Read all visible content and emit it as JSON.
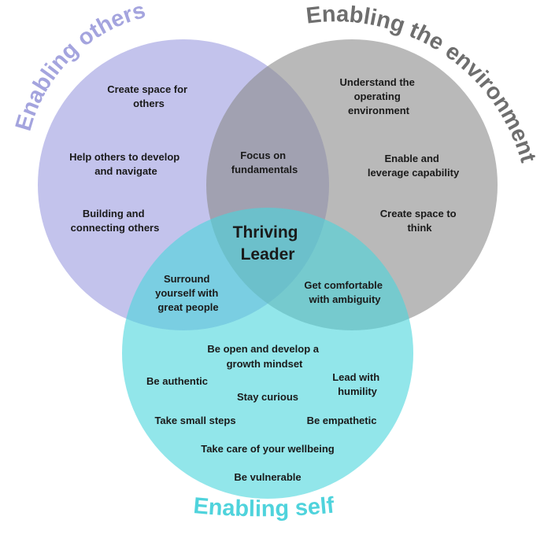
{
  "titles": {
    "others": "Enabling others",
    "environment": "Enabling the environment",
    "self": "Enabling self"
  },
  "center": {
    "line1": "Thriving",
    "line2": "Leader"
  },
  "others": {
    "create_space": [
      "Create space for",
      "others"
    ],
    "help_develop": [
      "Help others to develop",
      "and navigate"
    ],
    "building": [
      "Building and",
      "connecting others"
    ]
  },
  "environment": {
    "understand": [
      "Understand the",
      "operating",
      "environment"
    ],
    "enable": [
      "Enable and",
      "leverage capability"
    ],
    "create_space": [
      "Create space to",
      "think"
    ]
  },
  "overlaps": {
    "fundamentals": [
      "Focus on",
      "fundamentals"
    ],
    "surround": [
      "Surround",
      "yourself with",
      "great people"
    ],
    "ambiguity": [
      "Get comfortable",
      "with ambiguity"
    ]
  },
  "self": {
    "open": [
      "Be open and develop a",
      "growth mindset"
    ],
    "authentic": "Be authentic",
    "humility": [
      "Lead with",
      "humility"
    ],
    "curious": "Stay curious",
    "small_steps": "Take small steps",
    "empathetic": "Be empathetic",
    "wellbeing": "Take care of your wellbeing",
    "vulnerable": "Be vulnerable"
  },
  "colors": {
    "others_fill": "#9b9be0",
    "environment_fill": "#8a8a8a",
    "self_fill": "#4ad6dc",
    "others_title": "#a4a4de",
    "environment_title": "#6e6e6e",
    "self_title": "#4fd3dc"
  }
}
